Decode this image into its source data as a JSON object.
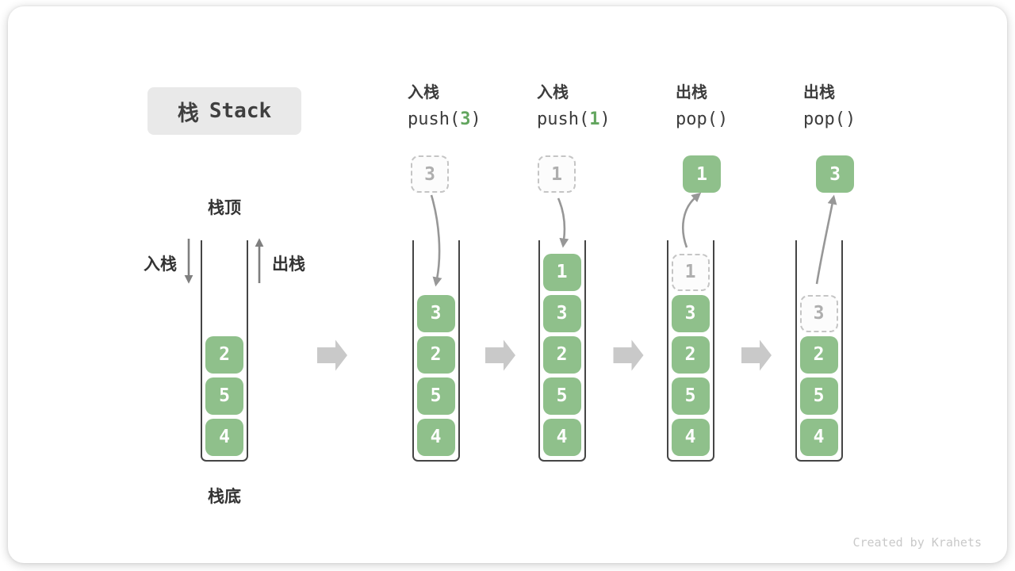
{
  "title": {
    "zh": "栈",
    "en": "Stack"
  },
  "side_labels": {
    "top": "栈顶",
    "bottom": "栈底",
    "push": "入栈",
    "pop": "出栈"
  },
  "footer": "Created by Krahets",
  "colors": {
    "cell_green": "#8FC08B",
    "code_arg_green": "#62A55E",
    "text_dark": "#3C3C3C",
    "ghost_border": "#C5C5C5",
    "ghost_text": "#AEAEAE",
    "step_arrow_gray": "#C9C9C9",
    "motion_arrow_gray": "#979797",
    "side_arrow_gray": "#7F7F7F"
  },
  "columns": [
    {
      "id": "initial",
      "header": null,
      "floating": null,
      "cells": [
        {
          "value": "2",
          "row": 2
        },
        {
          "value": "5",
          "row": 3
        },
        {
          "value": "4",
          "row": 4
        }
      ]
    },
    {
      "id": "push-3",
      "header": {
        "zh": "入栈",
        "code_pre": "push(",
        "code_arg": "3",
        "code_post": ")"
      },
      "floating": {
        "value": "3",
        "ghost": true
      },
      "cells": [
        {
          "value": "3",
          "row": 1
        },
        {
          "value": "2",
          "row": 2
        },
        {
          "value": "5",
          "row": 3
        },
        {
          "value": "4",
          "row": 4
        }
      ]
    },
    {
      "id": "push-1",
      "header": {
        "zh": "入栈",
        "code_pre": "push(",
        "code_arg": "1",
        "code_post": ")"
      },
      "floating": {
        "value": "1",
        "ghost": true
      },
      "cells": [
        {
          "value": "1",
          "row": 0
        },
        {
          "value": "3",
          "row": 1
        },
        {
          "value": "2",
          "row": 2
        },
        {
          "value": "5",
          "row": 3
        },
        {
          "value": "4",
          "row": 4
        }
      ]
    },
    {
      "id": "pop-1",
      "header": {
        "zh": "出栈",
        "code_pre": "pop(",
        "code_arg": "",
        "code_post": ")"
      },
      "floating": {
        "value": "1",
        "ghost": false
      },
      "cells": [
        {
          "value": "1",
          "row": 0,
          "ghost": true
        },
        {
          "value": "3",
          "row": 1
        },
        {
          "value": "2",
          "row": 2
        },
        {
          "value": "5",
          "row": 3
        },
        {
          "value": "4",
          "row": 4
        }
      ]
    },
    {
      "id": "pop-3",
      "header": {
        "zh": "出栈",
        "code_pre": "pop(",
        "code_arg": "",
        "code_post": ")"
      },
      "floating": {
        "value": "3",
        "ghost": false
      },
      "cells": [
        {
          "value": "3",
          "row": 1,
          "ghost": true
        },
        {
          "value": "2",
          "row": 2
        },
        {
          "value": "5",
          "row": 3
        },
        {
          "value": "4",
          "row": 4
        }
      ]
    }
  ]
}
